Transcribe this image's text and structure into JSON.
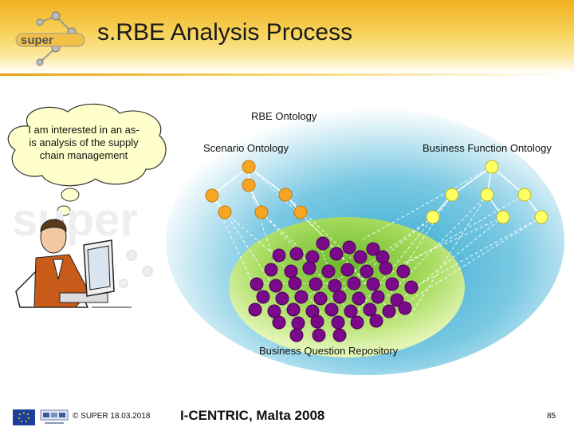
{
  "slide": {
    "title": "s.RBE Analysis Process",
    "thought_bubble_text": "I am interested in an as-is analysis of the supply chain management"
  },
  "diagram": {
    "outer_label": "RBE Ontology",
    "scenario_label": "Scenario Ontology",
    "business_function_label": "Business Function Ontology",
    "repository_label": "Business Question Repository",
    "colors": {
      "scenario_nodes": "#f6a623",
      "business_function_nodes": "#ffff66",
      "question_nodes": "#7a0a8a",
      "outer_ellipse": "#5ab8d8",
      "inner_ellipse": "#8cd23c"
    }
  },
  "footer": {
    "copyright": "© SUPER 18.03.2018",
    "event": "I-CENTRIC, Malta 2008",
    "page_number": "85"
  }
}
